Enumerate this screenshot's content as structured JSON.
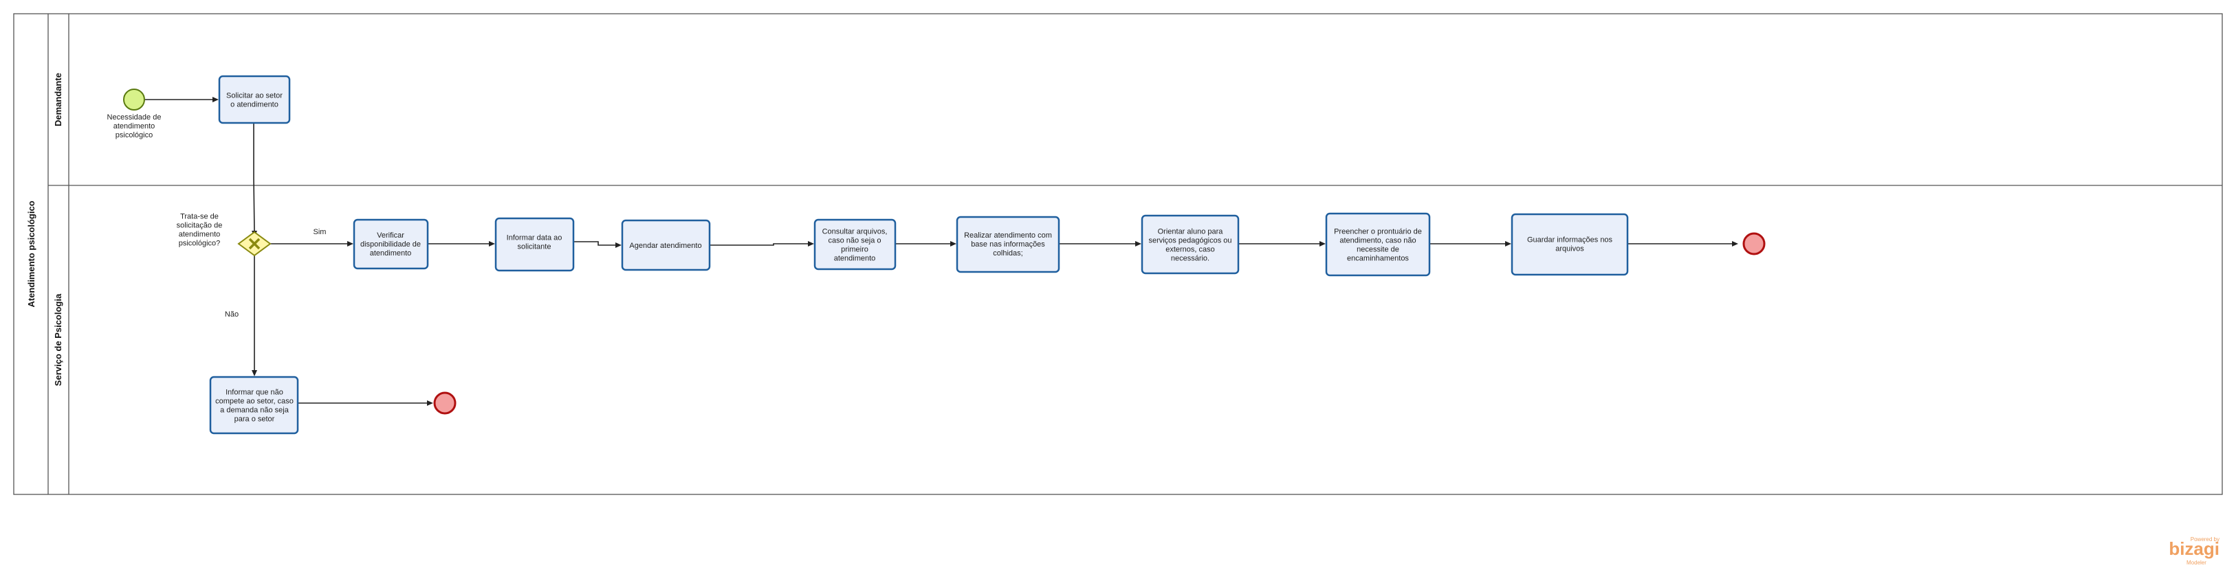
{
  "pool": {
    "name": "Atendimento psicológico"
  },
  "lanes": [
    {
      "id": "demandante",
      "name": "Demandante"
    },
    {
      "id": "psicologia",
      "name": "Serviço de Psicologia"
    }
  ],
  "start_event": {
    "label": [
      "Necessidade de",
      "atendimento",
      "psicológico"
    ]
  },
  "gateway": {
    "label": [
      "Trata-se de",
      "solicitação de",
      "atendimento",
      "psicológico?"
    ]
  },
  "flow_labels": {
    "sim": "Sim",
    "nao": "Não"
  },
  "tasks": [
    {
      "id": "solicitar",
      "label": [
        "Solicitar ao setor",
        "o atendimento"
      ]
    },
    {
      "id": "verificar",
      "label": [
        "Verificar",
        "disponibilidade de",
        "atendimento"
      ]
    },
    {
      "id": "informar_data",
      "label": [
        "Informar data ao",
        "solicitante"
      ]
    },
    {
      "id": "agendar",
      "label": [
        "Agendar atendimento"
      ]
    },
    {
      "id": "consultar",
      "label": [
        "Consultar arquivos,",
        "caso não seja o",
        "primeiro",
        "atendimento"
      ]
    },
    {
      "id": "realizar",
      "label": [
        "Realizar atendimento com",
        "base nas informações",
        "colhidas;"
      ]
    },
    {
      "id": "orientar",
      "label": [
        "Orientar aluno para",
        "serviços pedagógicos ou",
        "externos, caso",
        "necessário."
      ]
    },
    {
      "id": "preencher",
      "label": [
        "Preencher o prontuário de",
        "atendimento, caso não",
        "necessite de",
        "encaminhamentos"
      ]
    },
    {
      "id": "guardar",
      "label": [
        "Guardar informações nos",
        "arquivos"
      ]
    },
    {
      "id": "informar_nao",
      "label": [
        "Informar que não",
        "compete ao setor, caso",
        "a demanda não seja",
        "para o setor"
      ]
    }
  ],
  "watermark": {
    "powered": "Powered by",
    "brand": "bizagi",
    "edition": "Modeler"
  },
  "colors": {
    "task_fill": "#e9effa",
    "task_stroke": "#1f5f9e",
    "start_fill": "#d8f28a",
    "start_stroke": "#5a7a10",
    "end_fill": "#f4a0a0",
    "end_stroke": "#b01010",
    "gateway_fill": "#fff6a8",
    "gateway_stroke": "#8a8a10",
    "pool_stroke": "#555555"
  }
}
